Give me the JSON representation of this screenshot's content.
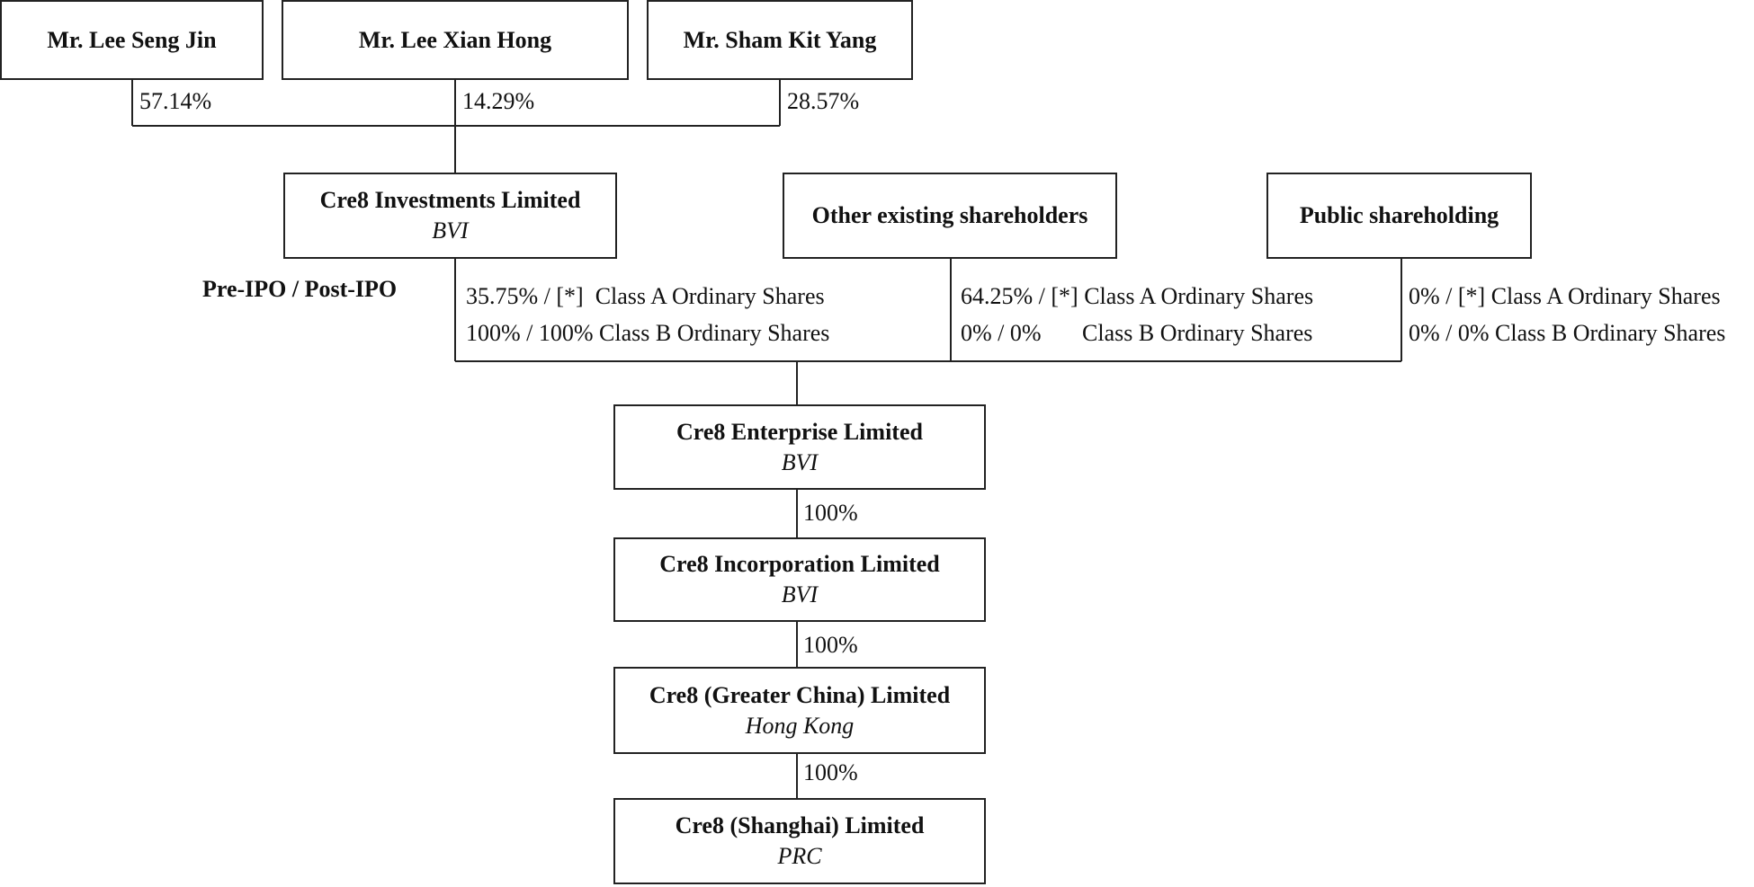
{
  "founders": [
    {
      "name": "Mr. Lee Seng Jin",
      "pct": "57.14%"
    },
    {
      "name": "Mr. Lee Xian Hong",
      "pct": "14.29%"
    },
    {
      "name": "Mr. Sham Kit Yang",
      "pct": "28.57%"
    }
  ],
  "shareholders": [
    {
      "name": "Cre8 Investments Limited",
      "jurisdiction": "BVI"
    },
    {
      "name": "Other existing shareholders"
    },
    {
      "name": "Public shareholding"
    }
  ],
  "ipo_label": "Pre-IPO / Post-IPO",
  "holdings": [
    {
      "class_a": "35.75% / [*]  Class A Ordinary Shares",
      "class_b": "100% / 100% Class B Ordinary Shares"
    },
    {
      "class_a": "64.25% / [*] Class A Ordinary Shares",
      "class_b": "0% / 0%       Class B Ordinary Shares"
    },
    {
      "class_a": "0% / [*] Class A Ordinary Shares",
      "class_b": "0% / 0% Class B Ordinary Shares"
    }
  ],
  "chain": [
    {
      "name": "Cre8 Enterprise Limited",
      "jurisdiction": "BVI"
    },
    {
      "name": "Cre8 Incorporation Limited",
      "jurisdiction": "BVI",
      "pct": "100%"
    },
    {
      "name": "Cre8 (Greater China) Limited",
      "jurisdiction": "Hong Kong",
      "pct": "100%"
    },
    {
      "name": "Cre8 (Shanghai) Limited",
      "jurisdiction": "PRC",
      "pct": "100%"
    }
  ]
}
